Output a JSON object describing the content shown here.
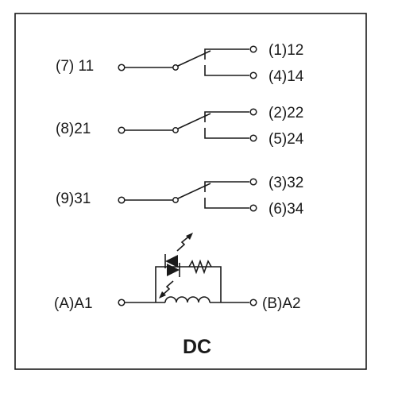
{
  "relay": {
    "contact_sets": [
      {
        "common": "(7)  11",
        "nc": "(1)12",
        "no": "(4)14"
      },
      {
        "common": "(8)21",
        "nc": "(2)22",
        "no": "(5)24"
      },
      {
        "common": "(9)31",
        "nc": "(3)32",
        "no": "(6)34"
      }
    ],
    "coil": {
      "left": "(A)A1",
      "right": "(B)A2"
    },
    "supply_type": "DC"
  }
}
